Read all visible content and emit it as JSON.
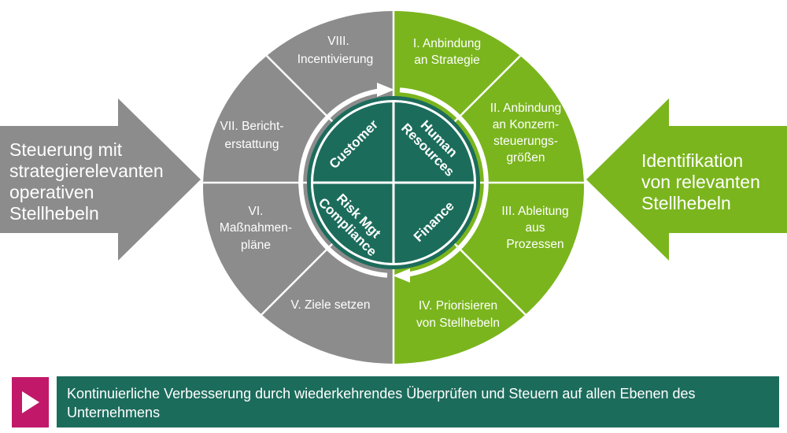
{
  "left_arrow": {
    "lines": [
      "Steuerung mit",
      "strategierelevanten",
      "operativen",
      "Stellhebeln"
    ]
  },
  "right_arrow": {
    "lines": [
      "Identifikation",
      "von relevanten",
      "Stellhebeln"
    ]
  },
  "cycle": {
    "segments": [
      {
        "lines": [
          "I. Anbindung",
          "an Strategie"
        ]
      },
      {
        "lines": [
          "II. Anbindung",
          "an Konzern-",
          "steuerungs-",
          "größen"
        ]
      },
      {
        "lines": [
          "III. Ableitung",
          "aus",
          "Prozessen"
        ]
      },
      {
        "lines": [
          "IV. Priorisieren",
          "von Stellhebeln"
        ]
      },
      {
        "lines": [
          "V. Ziele setzen"
        ]
      },
      {
        "lines": [
          "VI.",
          "Maßnahmen-",
          "pläne"
        ]
      },
      {
        "lines": [
          "VII. Bericht-",
          "erstattung"
        ]
      },
      {
        "lines": [
          "VIII.",
          "Incentivierung"
        ]
      }
    ]
  },
  "core": {
    "quadrants": [
      {
        "lines": [
          "Customer"
        ]
      },
      {
        "lines": [
          "Human",
          "Resources"
        ]
      },
      {
        "lines": [
          "Risk Mgt",
          "Compliance"
        ]
      },
      {
        "lines": [
          "Finance"
        ]
      }
    ]
  },
  "footer": {
    "icon": "play-icon",
    "lines": [
      "Kontinuierliche Verbesserung durch wiederkehrendes Überprüfen und Steuern auf allen Ebenen des",
      "Unternehmens"
    ]
  },
  "colors": {
    "gray": "#8c8c8c",
    "green": "#7ab51d",
    "teal": "#1c6c5c",
    "magenta": "#c2186a"
  }
}
